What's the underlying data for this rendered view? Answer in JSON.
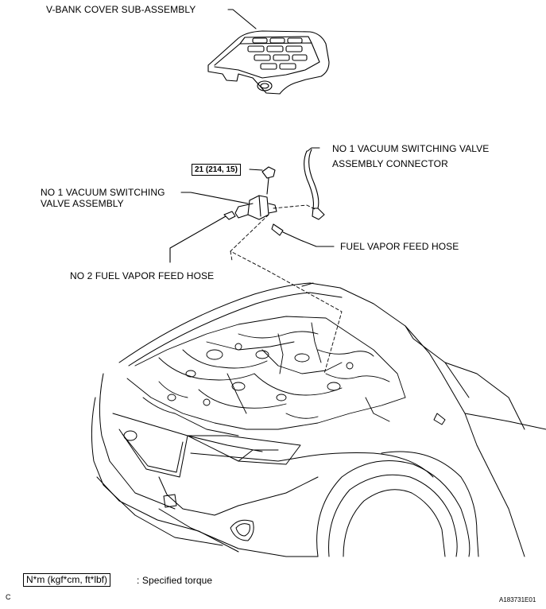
{
  "labels": {
    "vbank": "V-BANK COVER SUB-ASSEMBLY",
    "vsv_connector_1": "NO  1 VACUUM SWITCHING VALVE",
    "vsv_connector_2": "ASSEMBLY CONNECTOR",
    "torque": "21 (214, 15)",
    "vsv_assy_1": "NO  1 VACUUM SWITCHING",
    "vsv_assy_2": "VALVE ASSEMBLY",
    "fuel_vapor_hose": "FUEL VAPOR FEED HOSE",
    "no2_hose": "NO  2 FUEL VAPOR FEED HOSE"
  },
  "legend": {
    "box_text": "N*m (kgf*cm, ft*lbf)",
    "suffix": ": Specified torque"
  },
  "footer": {
    "corner_letter": "C",
    "figure_id": "A183731E01"
  },
  "colors": {
    "line": "#000000",
    "background": "#ffffff"
  }
}
